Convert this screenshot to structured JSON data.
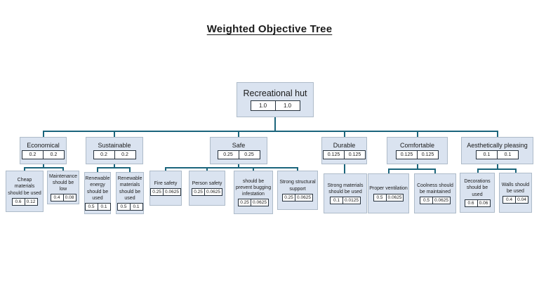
{
  "title": "Weighted Objective Tree",
  "colors": {
    "background": "#ffffff",
    "node_fill": "#dae3f0",
    "node_border": "#aebbc9",
    "weight_border": "#27323d",
    "line": "#1b657c",
    "text": "#1b1b1b"
  },
  "tree": {
    "root": {
      "label": "Recreational hut",
      "weights": [
        "1.0",
        "1.0"
      ]
    },
    "branches": [
      {
        "label": "Economical",
        "weights": [
          "0.2",
          "0.2"
        ],
        "children": [
          {
            "label": "Cheap materials should be used",
            "weights": [
              "0.6",
              "0.12"
            ]
          },
          {
            "label": "Maintenance should be low",
            "weights": [
              "0.4",
              "0.08"
            ]
          }
        ]
      },
      {
        "label": "Sustainable",
        "weights": [
          "0.2",
          "0.2"
        ],
        "children": [
          {
            "label": "Renewable energy should be used",
            "weights": [
              "0.5",
              "0.1"
            ]
          },
          {
            "label": "Renewable materials should be used",
            "weights": [
              "0.5",
              "0.1"
            ]
          }
        ]
      },
      {
        "label": "Safe",
        "weights": [
          "0.25",
          "0.25"
        ],
        "children": [
          {
            "label": "Fire safety",
            "weights": [
              "0.25",
              "0.0625"
            ]
          },
          {
            "label": "Person safety",
            "weights": [
              "0.25",
              "0.0625"
            ]
          },
          {
            "label": "should be prevent bugging infestation",
            "weights": [
              "0.25",
              "0.0625"
            ]
          },
          {
            "label": "Strong structural support",
            "weights": [
              "0.25",
              "0.0625"
            ]
          }
        ]
      },
      {
        "label": "Durable",
        "weights": [
          "0.125",
          "0.125"
        ],
        "children": [
          {
            "label": "Strong materials should be used",
            "weights": [
              "0.1",
              "0.0125"
            ]
          }
        ]
      },
      {
        "label": "Comfortable",
        "weights": [
          "0.125",
          "0.125"
        ],
        "children": [
          {
            "label": "Proper ventilation",
            "weights": [
              "0.5",
              "0.0625"
            ]
          },
          {
            "label": "Coolness should be maintained",
            "weights": [
              "0.5",
              "0.0625"
            ]
          }
        ]
      },
      {
        "label": "Aesthetically pleasing",
        "weights": [
          "0.1",
          "0.1"
        ],
        "children": [
          {
            "label": "Decorations should be used",
            "weights": [
              "0.6",
              "0.06"
            ]
          },
          {
            "label": "Walls should be used",
            "weights": [
              "0.4",
              "0.04"
            ]
          }
        ]
      }
    ]
  }
}
